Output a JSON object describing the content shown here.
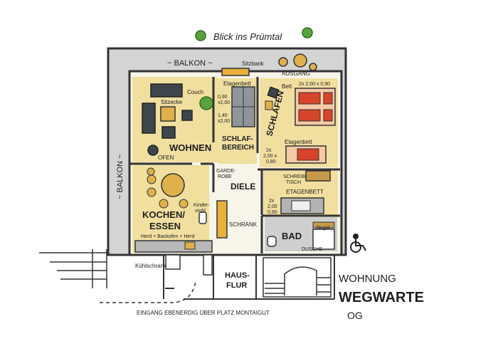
{
  "header": {
    "title": "Blick ins Prümtal"
  },
  "apartment": {
    "line1": "WOHNUNG",
    "line2": "WEGWARTE",
    "floor": "OG"
  },
  "rooms": {
    "wohnen": "WOHNEN",
    "schlafen": "SCHLAFEN",
    "schlafbereich_1": "SCHLAF-",
    "schlafbereich_2": "BEREICH",
    "kochen_1": "KOCHEN/",
    "kochen_2": "ESSEN",
    "diele": "DIELE",
    "bad": "BAD",
    "hausflur_1": "HAUS-",
    "hausflur_2": "FLUR"
  },
  "labels": {
    "balkon_top": "~ BALKON ~",
    "balkon_side": "~ BALKON ~",
    "sitzbank": "Sitzbank",
    "ausgang": "AUSGANG",
    "couch": "Couch",
    "sitzecke": "Sitzecke",
    "ofen": "OFEN",
    "etagenbett": "Etagenbett",
    "etagenbett_dims_1": "0,90",
    "etagenbett_dims_2": "x2,00",
    "etagenbett_dims_3": "1,40",
    "etagenbett_dims_4": "x2,00",
    "bett": "Bett",
    "bett_dims": "2x 2,00 x 0,90",
    "etagenbett_2": "Etagenbett",
    "etagenbett_2_dims_1": "2x",
    "etagenbett_2_dims_2": "2,00 x",
    "etagenbett_2_dims_3": "0,80",
    "schreibtisch_1": "SCHREIB-",
    "schreibtisch_2": "TISCH",
    "etagenbett_caps": "ETAGENBETT",
    "etagenbett_caps_dims_1": "2x",
    "etagenbett_caps_dims_2": "2,00",
    "etagenbett_caps_dims_3": "0,90",
    "garderobe_1": "GARDE-",
    "garderobe_2": "ROBE",
    "kinderstuhl_1": "Kinder-",
    "kinderstuhl_2": "stuhl",
    "herd": "Herd + Backofen + Herd",
    "schrank": "SCHRANK",
    "regal": "Regal",
    "dusche": "DUSCHE",
    "kuehlschrank": "Kühlschrank",
    "eingang": "EINGANG  EBENERDIG ÜBER PLATZ MONTAIGUT"
  },
  "icons": {
    "accessibility": "wheelchair-icon"
  },
  "colors": {
    "wall": "#3a3a3a",
    "floor_wood": "#f1dfa0",
    "floor_grey": "#b9b9b9",
    "bed_red": "#d8442a",
    "furniture_dark": "#3e464d",
    "wood": "#c79a4a",
    "plant": "#5aa33c"
  }
}
